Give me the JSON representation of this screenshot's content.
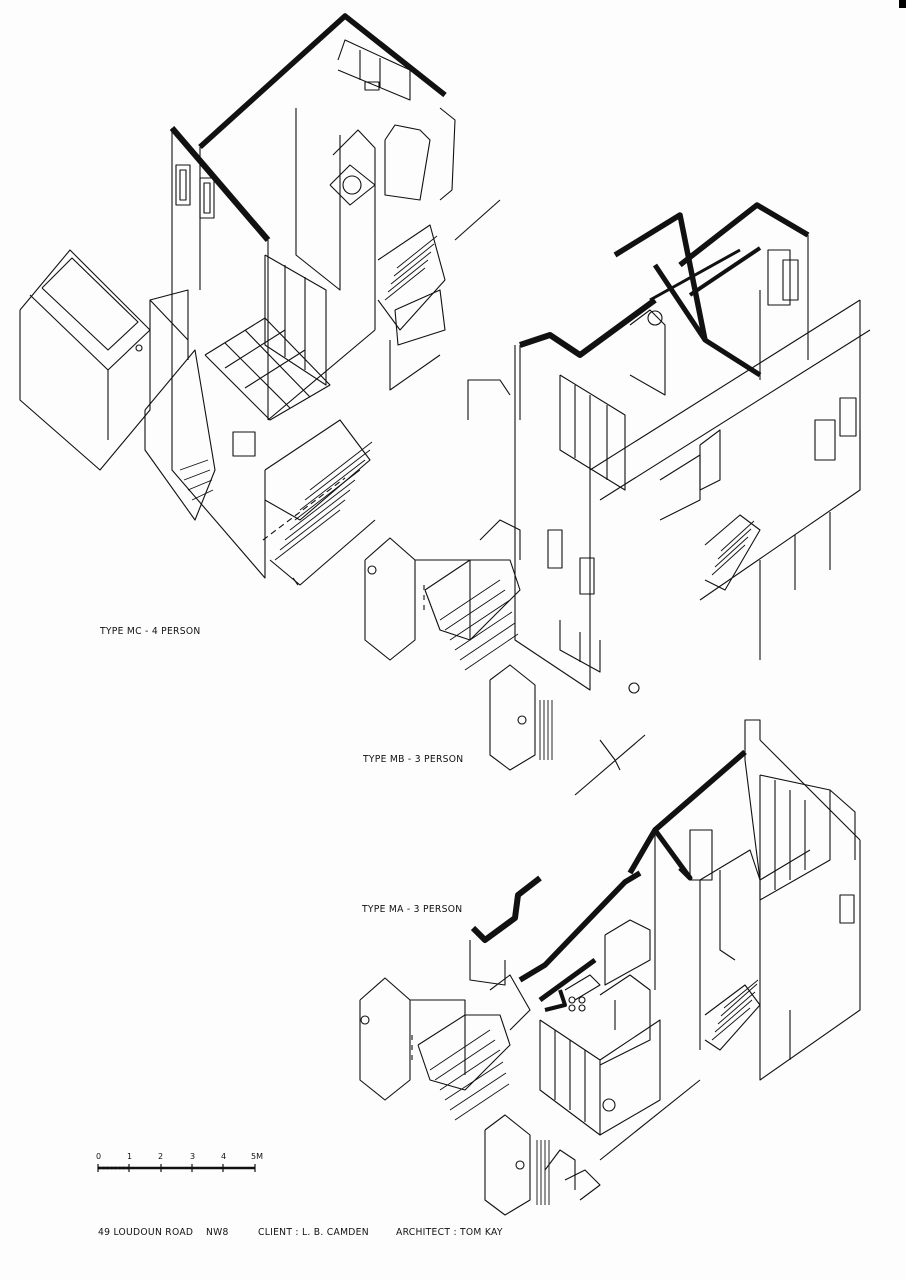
{
  "sheet": {
    "type": "axonometric drawing sheet",
    "background": "#fdfdfd",
    "ink": "#111111"
  },
  "drawings": [
    {
      "id": "mc",
      "caption": "TYPE MC - 4 PERSON"
    },
    {
      "id": "mb",
      "caption": "TYPE MB - 3 PERSON"
    },
    {
      "id": "ma",
      "caption": "TYPE MA - 3 PERSON"
    }
  ],
  "scale_bar": {
    "ticks": [
      "0",
      "1",
      "2",
      "3",
      "4",
      "5M"
    ],
    "unit": "M"
  },
  "title_block": {
    "address": "49 LOUDOUN ROAD",
    "postcode": "NW8",
    "client": "CLIENT : L. B. CAMDEN",
    "architect": "ARCHITECT : TOM KAY"
  }
}
